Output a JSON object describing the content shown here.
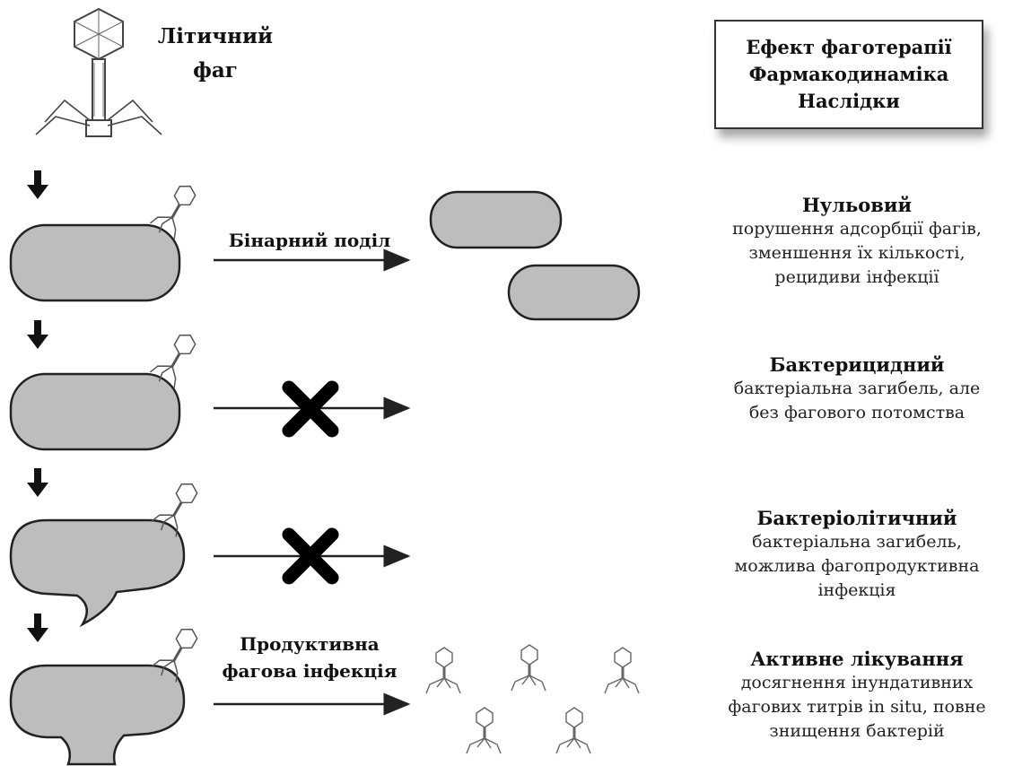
{
  "phage_label": [
    "Літичний",
    "фаг"
  ],
  "title_box": [
    "Ефект фаготерапії",
    "Фармакодинаміка",
    "Наслідки"
  ],
  "arrow_labels": {
    "binary": "Бінарний поділ",
    "productive": [
      "Продуктивна",
      "фагова інфекція"
    ]
  },
  "outcomes": [
    {
      "heading": "Нульовий",
      "desc": [
        "порушення адсорбції фагів,",
        "зменшення їх кількості,",
        "рецидиви інфекції"
      ]
    },
    {
      "heading": "Бактерицидний",
      "desc": [
        "бактеріальна загибель, але",
        "без фагового потомства"
      ]
    },
    {
      "heading": "Бактеріолітичний",
      "desc": [
        "бактеріальна загибель,",
        "можлива фагопродуктивна",
        "інфекція"
      ]
    },
    {
      "heading": "Активне лікування",
      "desc": [
        "досягнення інундативних",
        "фагових титрів in situ, повне",
        "знищення бактерій"
      ]
    }
  ],
  "colors": {
    "cell_fill": "#bdbdbd",
    "stroke": "#222222",
    "text": "#111111"
  }
}
